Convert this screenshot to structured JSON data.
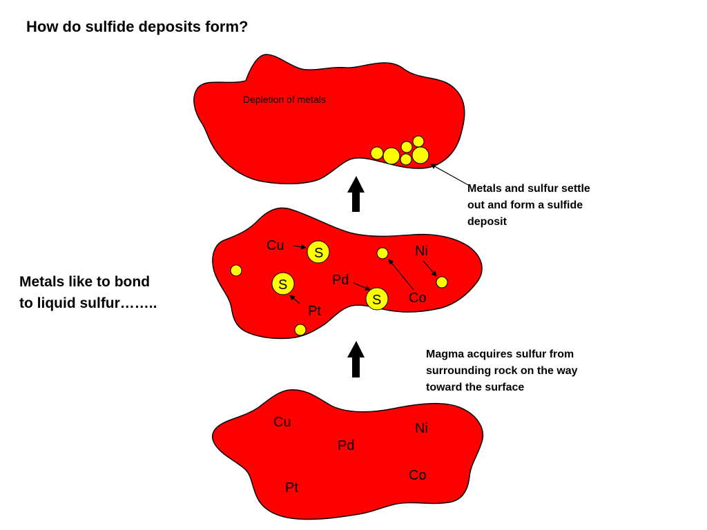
{
  "title": "How do sulfide deposits form?",
  "colors": {
    "magma": "#ff0000",
    "sulfur": "#ffff00",
    "outline": "#000000"
  },
  "top_blob": {
    "label": "Depletion of metals"
  },
  "middle_blob": {
    "labels": {
      "cu": "Cu",
      "ni": "Ni",
      "pd": "Pd",
      "co": "Co",
      "pt": "Pt"
    },
    "sulfur_label": "S"
  },
  "bottom_blob": {
    "labels": {
      "cu": "Cu",
      "ni": "Ni",
      "pd": "Pd",
      "co": "Co",
      "pt": "Pt"
    }
  },
  "notes": {
    "settle_line_1": "Metals and sulfur settle",
    "settle_line_2": "out and form a sulfide",
    "settle_line_3": "deposit",
    "acquire_line_1": "Magma acquires sulfur from",
    "acquire_line_2": "surrounding rock on the way",
    "acquire_line_3": "toward the surface",
    "bond_line_1": "Metals like to bond",
    "bond_line_2": "to liquid sulfur…….."
  },
  "icons": [
    "up-arrow-icon",
    "up-arrow-icon"
  ]
}
